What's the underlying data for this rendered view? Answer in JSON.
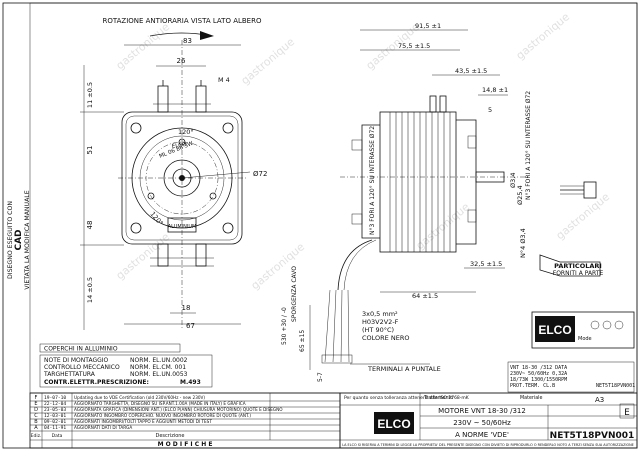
{
  "title_top": "ROTAZIONE ANTIORARIA VISTA LATO ALBERO",
  "left_stamp": {
    "line1": "DISEGNO ESEGUITO CON",
    "line2": "CAD",
    "line3": "VIETATA LA MODIFICA MANUALE"
  },
  "front": {
    "d83": "83",
    "d26": "26",
    "m4": "M 4",
    "d120": "120°",
    "d72": "Ø72",
    "d11": "11 ±0.5",
    "d51": "51",
    "d48": "48",
    "d14": "14 ±0.5",
    "d18": "18",
    "d67": "67",
    "alu": "ALUMINIUM",
    "pcd_a": "ML 06 86  3W",
    "pcd_b": "ELCO"
  },
  "side": {
    "d91": "91,5 ±1",
    "d75": "75,5 ±1.5",
    "d43": "43,5 ±1.5",
    "d14_8": "14,8 ±1",
    "d5": "5",
    "d32": "32,5 ±1.5",
    "d64": "64 ±1.5",
    "d3_4": "Ø3,4",
    "d25_4": "Ø25,4",
    "n4": "N°4 Ø3,4",
    "holes_a": "N°3 FORI A 120° SU INTERASSE Ø72",
    "holes_b": "N°3 FORI A 120° SU INTERASSE Ø72",
    "sprg": "SPORGENZA CAVO",
    "d530": "530 +30 / -0",
    "d65": "65 ±15",
    "cable1": "3x0,5 mm²",
    "cable2": "H03V2V2-F",
    "cable3": "(HT 90°C)",
    "cable4": "COLORE NERO",
    "d57": "5-7",
    "term": "TERMINALI A PUNTALE"
  },
  "plate": {
    "l1": "VNT 18-30   /312   DATA",
    "l2": "230V~ 50/60Hz   0,32A",
    "l3": "18/73W  1300/1550RPM",
    "l4": "PROT.TERM. CL.B",
    "elco": "ELCO",
    "mode": "Mode",
    "code": "NET5T18PVN001"
  },
  "partic": {
    "line1": "PARTICOLARI",
    "line2": "FORNITI A PARTE"
  },
  "coperchi": {
    "title": "COPERCHI IN ALLUMINIO",
    "rows": [
      {
        "k": "NOTE DI MONTAGGIO",
        "v": "NORM. EL.UN.0002"
      },
      {
        "k": "CONTROLLO MECCANICO",
        "v": "NORM. EL.CM. 001"
      },
      {
        "k": "TARGHETTATURA",
        "v": "NORM. EL.UN.0053"
      },
      {
        "k": "CONTR.ELETTR.PRESCRIZIONE:",
        "v": "M.493"
      }
    ]
  },
  "revisions": {
    "letters": [
      "F",
      "E",
      "D",
      "C",
      "B",
      "A"
    ],
    "dates": [
      "19-07-10",
      "22-12-04",
      "23-05-03",
      "12-03-01",
      "09-02-01",
      "04-11-91"
    ],
    "desc": [
      "Updating due to VDE Certification (old 230V/60Hz - new 230V)",
      "AGGIORNATO TARGHETTA, DISEGNO SU ISP.ANT.1.00A (MADE IN ITALY) E GRAFICA",
      "AGGIORNATA GRAFICA (DIMENSIONI ANT.) (ELCO P(ANN) CHIUSURA MOTORINO) QUOTE E DISEGNO",
      "AGGIORNATO INGOMBRO COPERCHIO. NUOVO INGOMBRO ROTORE DI QUOTE (ANT.)",
      "AGGIORNATI INGOMBRI/TOLTI TAPPO E AGGIUNTI METODI DI TEST",
      "AGGIORNATI DATI DI TARGA"
    ],
    "footer_col": "Ediz.",
    "footer_date": "Data",
    "footer_desc": "Descrizione",
    "footer_mod": "M O D I F I C H E"
  },
  "title_block": {
    "disclaimer": "Per quanto senza tolleranza attenersi alle ISO 2768-mK",
    "tratt": "Trattamento",
    "mat": "Materiale",
    "elco": "ELCO",
    "model": "MOTORE VNT 18-30 /312",
    "spec": "230V ~ 50/60Hz",
    "norm": "A NORME 'VDE'",
    "code": "NET5T18PVN001",
    "sheet": "A3",
    "rev": "E",
    "foot": "LA ELCO SI RISERVA A TERMINI DI LEGGE LA PROPRIETA' DEL PRESENTE DISEGNO CON DIVIETO DI RIPRODURLO O RENDERLO NOTO A TERZI SENZA SUA AUTORIZZAZIONE"
  },
  "watermark": "gastronique"
}
